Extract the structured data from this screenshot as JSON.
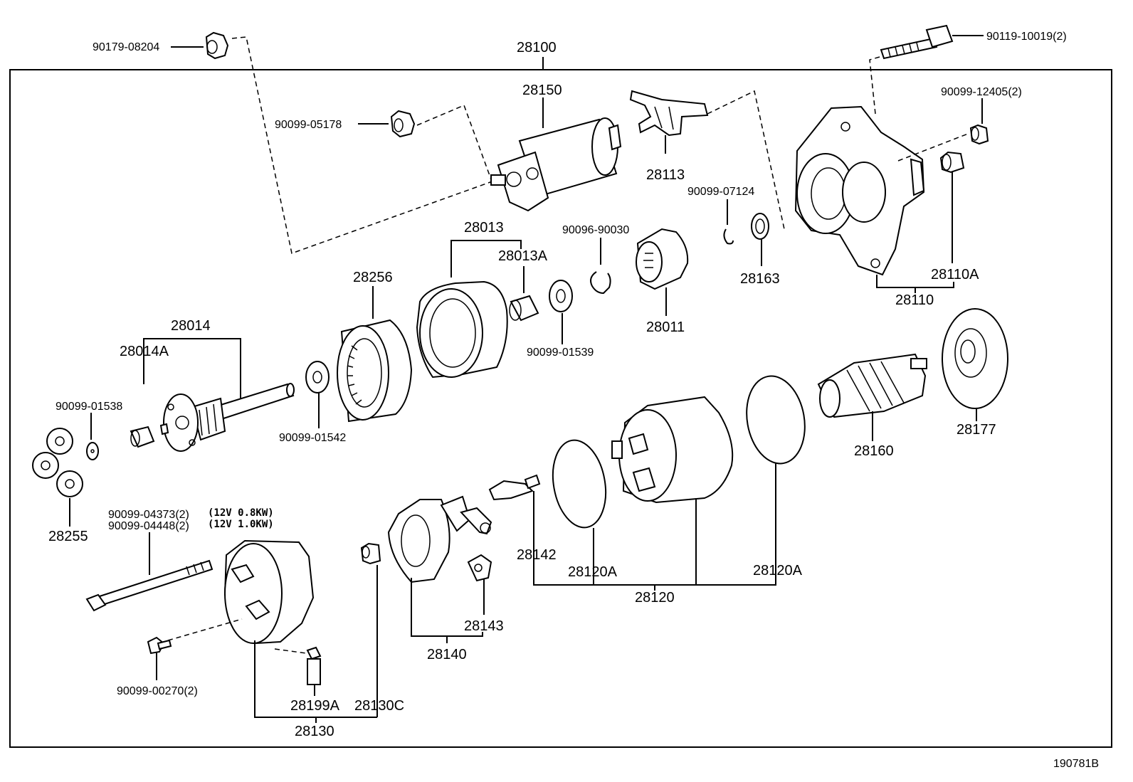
{
  "diagram_id": "190781B",
  "assembly": "28100",
  "labels": {
    "p90179_08204": "90179-08204",
    "p28100": "28100",
    "p90119_10019": "90119-10019(2)",
    "p28150": "28150",
    "p90099_05178": "90099-05178",
    "p28113": "28113",
    "p90099_12405": "90099-12405(2)",
    "p90099_07124": "90099-07124",
    "p90096_90030": "90096-90030",
    "p28013": "28013",
    "p28013A": "28013A",
    "p28256": "28256",
    "p28163": "28163",
    "p28110A": "28110A",
    "p28110": "28110",
    "p28011": "28011",
    "p28014": "28014",
    "p28014A": "28014A",
    "p90099_01539": "90099-01539",
    "p90099_01538": "90099-01538",
    "p90099_01542": "90099-01542",
    "p28177": "28177",
    "p28160": "28160",
    "p28255": "28255",
    "p90099_04373": "90099-04373(2)",
    "p90099_04448": "90099-04448(2)",
    "note_08kw": "(12V 0.8KW)",
    "note_10kw": "(12V 1.0KW)",
    "p28142": "28142",
    "p28120A_left": "28120A",
    "p28120A_right": "28120A",
    "p28120": "28120",
    "p28143": "28143",
    "p28140": "28140",
    "p90099_00270": "90099-00270(2)",
    "p28199A": "28199A",
    "p28130C": "28130C",
    "p28130": "28130"
  }
}
